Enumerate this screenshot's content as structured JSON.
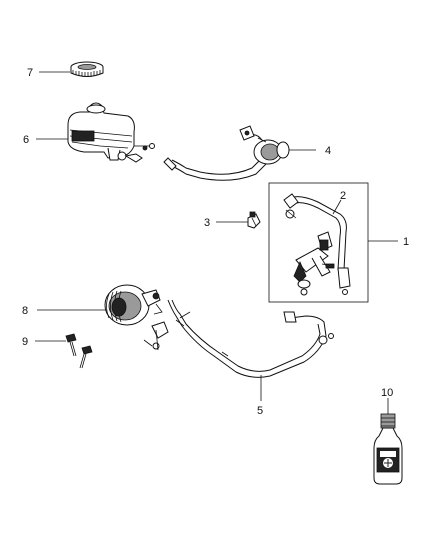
{
  "diagram": {
    "callouts": [
      {
        "id": "1",
        "label": "1"
      },
      {
        "id": "2",
        "label": "2"
      },
      {
        "id": "3",
        "label": "3"
      },
      {
        "id": "4",
        "label": "4"
      },
      {
        "id": "5",
        "label": "5"
      },
      {
        "id": "6",
        "label": "6"
      },
      {
        "id": "7",
        "label": "7"
      },
      {
        "id": "8",
        "label": "8"
      },
      {
        "id": "9",
        "label": "9"
      },
      {
        "id": "10",
        "label": "10"
      }
    ],
    "colors": {
      "line": "#111111",
      "background": "#ffffff",
      "shade": "#9a9a9a",
      "dark": "#222222"
    }
  }
}
